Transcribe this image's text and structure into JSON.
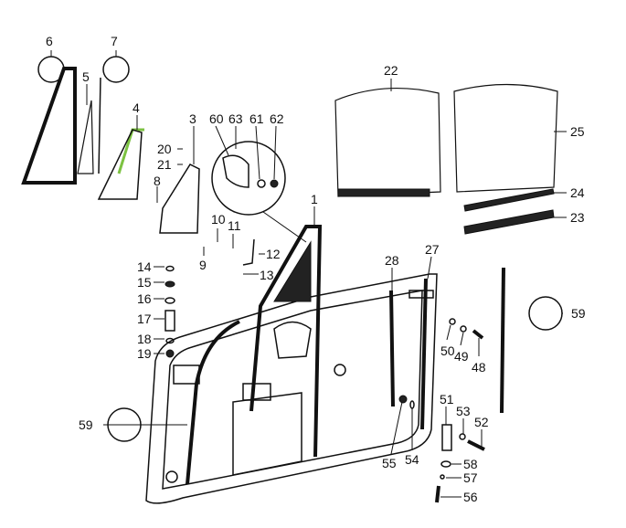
{
  "diagram": {
    "title": "Door window and glass parts exploded view",
    "labels": {
      "p1": "1",
      "p3": "3",
      "p4": "4",
      "p5": "5",
      "p6": "6",
      "p7": "7",
      "p8": "8",
      "p9": "9",
      "p10": "10",
      "p11": "11",
      "p12": "12",
      "p13": "13",
      "p14": "14",
      "p15": "15",
      "p16": "16",
      "p17": "17",
      "p18": "18",
      "p19": "19",
      "p20": "20",
      "p21": "21",
      "p22": "22",
      "p23": "23",
      "p24": "24",
      "p25": "25",
      "p27": "27",
      "p28": "28",
      "p48": "48",
      "p49": "49",
      "p50": "50",
      "p51": "51",
      "p52": "52",
      "p53": "53",
      "p54": "54",
      "p55": "55",
      "p56": "56",
      "p57": "57",
      "p58": "58",
      "p59a": "59",
      "p59b": "59",
      "p60": "60",
      "p61": "61",
      "p62": "62",
      "p63": "63"
    },
    "accent_color": "#7cc242"
  }
}
